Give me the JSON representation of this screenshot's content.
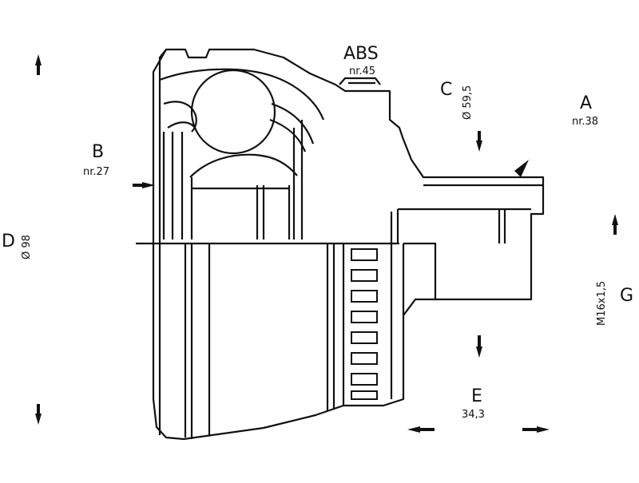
{
  "labels": {
    "abs": {
      "letter": "ABS",
      "value": "nr.45"
    },
    "a": {
      "letter": "A",
      "value": "nr.38"
    },
    "b": {
      "letter": "B",
      "value": "nr.27"
    },
    "c": {
      "letter": "C",
      "value": "Ø 59,5"
    },
    "d": {
      "letter": "D",
      "value": "Ø 98"
    },
    "e": {
      "letter": "E",
      "value": "34,3"
    },
    "g": {
      "letter": "G",
      "value": "M16x1,5"
    }
  },
  "colors": {
    "ink": "#111111",
    "paper": "#ffffff"
  }
}
